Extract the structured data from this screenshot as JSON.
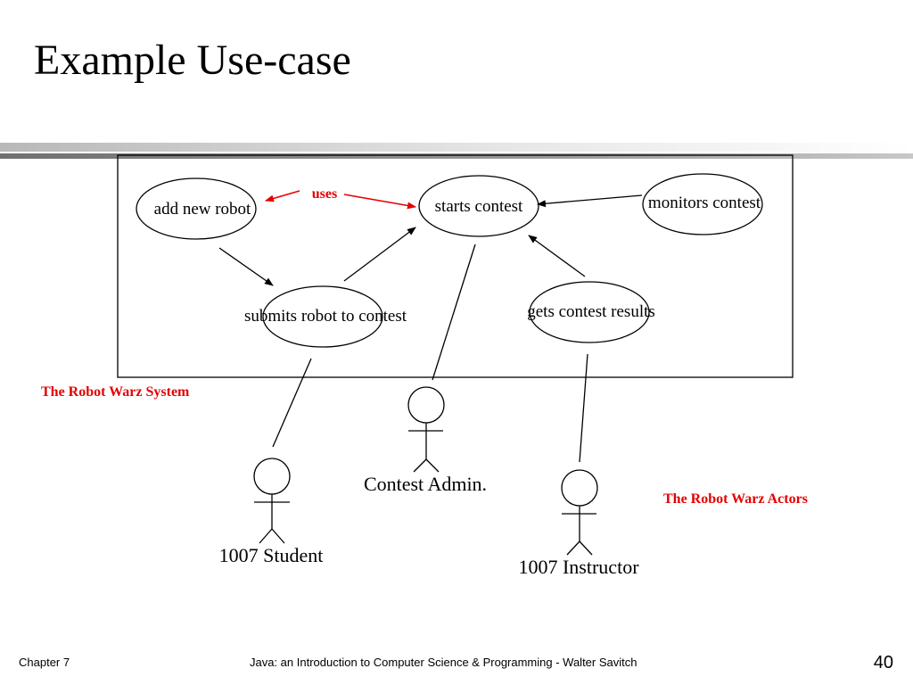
{
  "slide": {
    "title": "Example Use-case"
  },
  "diagram": {
    "system_label": "The Robot Warz System",
    "actors_label": "The Robot Warz Actors",
    "uses_label": "uses",
    "use_cases": {
      "add_new_robot": "add new robot",
      "starts_contest": "starts contest",
      "monitors_contest": "monitors contest",
      "submits_robot": "submits robot to contest",
      "gets_results": "gets contest results"
    },
    "actors": {
      "student": "1007 Student",
      "admin": "Contest Admin.",
      "instructor": "1007 Instructor"
    },
    "colors": {
      "accent": "#e60000",
      "line": "#000000"
    }
  },
  "footer": {
    "chapter": "Chapter 7",
    "book": "Java: an Introduction to Computer Science & Programming - Walter Savitch",
    "page_number": "40"
  }
}
